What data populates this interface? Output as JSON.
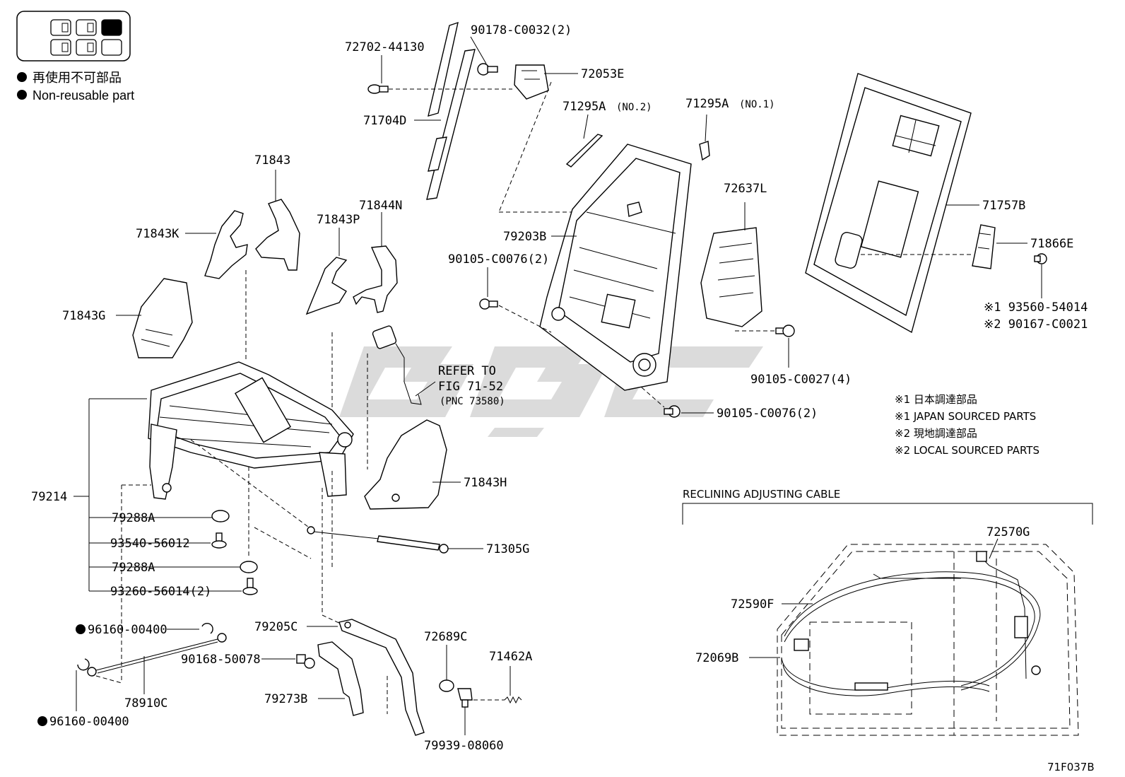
{
  "legend": {
    "bullet_ja": "再使用不可部品",
    "bullet_en": "Non-reusable part"
  },
  "parts": {
    "p72702": "72702-44130",
    "p90178": "90178-C0032(2)",
    "p72053E": "72053E",
    "p71704D": "71704D",
    "p71295A2": "71295A",
    "p71295A2_note": "(NO.2)",
    "p71295A1": "71295A",
    "p71295A1_note": "(NO.1)",
    "p71843": "71843",
    "p71843K": "71843K",
    "p71843P": "71843P",
    "p71844N": "71844N",
    "p72637L": "72637L",
    "p71757B": "71757B",
    "p79203B": "79203B",
    "p90105a": "90105-C0076(2)",
    "p71866E": "71866E",
    "p93560": "※1 93560-54014",
    "p90167": "※2 90167-C0021",
    "p71843G": "71843G",
    "refer_1": "REFER TO",
    "refer_2": "FIG 71-52",
    "refer_3": "(PNC 73580)",
    "p90105b": "90105-C0027(4)",
    "p90105c": "90105-C0076(2)",
    "p79214": "79214",
    "p71843H": "71843H",
    "p79288A_1": "79288A",
    "p93540": "93540-56012",
    "p71305G": "71305G",
    "p79288A_2": "79288A",
    "p93260": "93260-56014(2)",
    "p96160_1": "96160-00400",
    "p79205C": "79205C",
    "p72689C": "72689C",
    "p90168": "90168-50078",
    "p71462A": "71462A",
    "p78910C": "78910C",
    "p79273B": "79273B",
    "p96160_2": "96160-00400",
    "p79939": "79939-08060",
    "p72570G": "72570G",
    "p72590F": "72590F",
    "p72069B": "72069B"
  },
  "notes": {
    "n1": "※1 日本調達部品",
    "n2": "※1 JAPAN SOURCED PARTS",
    "n3": "※2 現地調達部品",
    "n4": "※2 LOCAL SOURCED PARTS"
  },
  "inset_title": "RECLINING ADJUSTING CABLE",
  "figure_code": "71F037B",
  "watermark_text": "GGC",
  "colors": {
    "line": "#000000",
    "watermark": "#bdbdbd",
    "background": "#ffffff"
  }
}
